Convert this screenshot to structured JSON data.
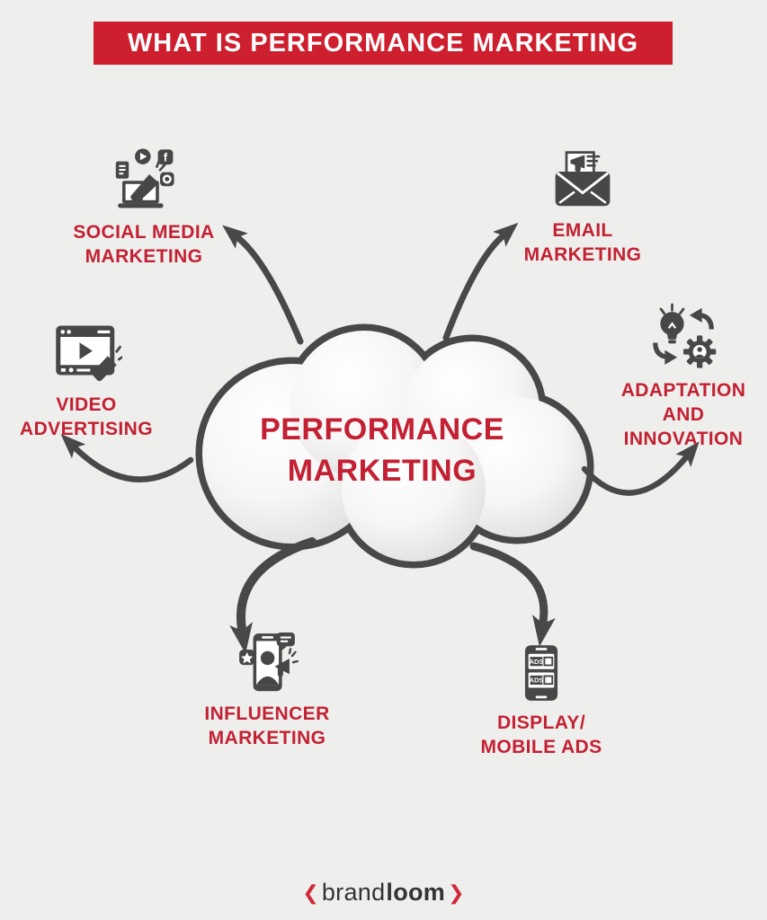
{
  "header": {
    "title": "WHAT IS PERFORMANCE MARKETING"
  },
  "cloud": {
    "lines": [
      "PERFORMANCE",
      "MARKETING"
    ]
  },
  "nodes": [
    {
      "name": "social-media-marketing",
      "label_lines": [
        "SOCIAL MEDIA",
        "MARKETING"
      ]
    },
    {
      "name": "email-marketing",
      "label_lines": [
        "EMAIL",
        "MARKETING"
      ]
    },
    {
      "name": "video-advertising",
      "label_lines": [
        "VIDEO",
        "ADVERTISING"
      ]
    },
    {
      "name": "adaptation-innovation",
      "label_lines": [
        "ADAPTATION",
        "AND",
        "INNOVATION"
      ]
    },
    {
      "name": "influencer-marketing",
      "label_lines": [
        "INFLUENCER",
        "MARKETING"
      ]
    },
    {
      "name": "display-mobile-ads",
      "label_lines": [
        "DISPLAY/",
        "MOBILE ADS"
      ]
    }
  ],
  "icon_text": {
    "ads": "ADS",
    "facebook": "f"
  },
  "footer": {
    "bracket_left": "❮",
    "brand": "brand",
    "loom": "loom",
    "bracket_right": "❯"
  },
  "colors": {
    "banner_red": "#ce1f2f",
    "label_red": "#c32133",
    "icon_gray": "#474747",
    "arrow_gray": "#484848",
    "background": "#eeefed"
  }
}
